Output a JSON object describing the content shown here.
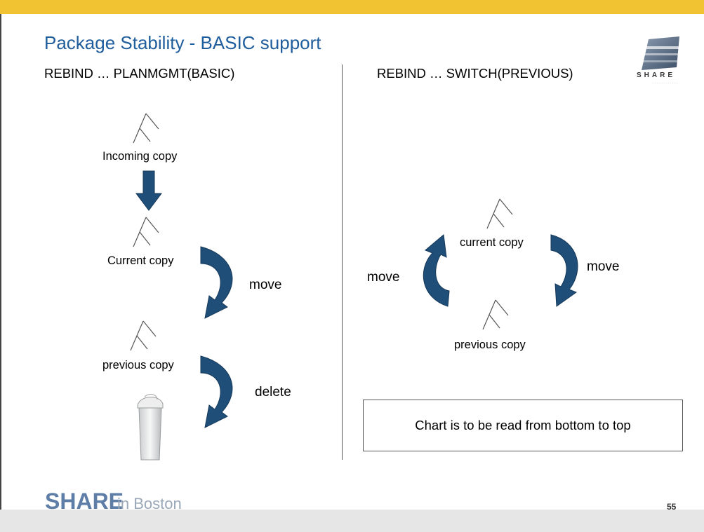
{
  "title": "Package Stability - BASIC support",
  "left": {
    "heading": "REBIND … PLANMGMT(BASIC)",
    "incoming_label": "Incoming copy",
    "current_label": "Current copy",
    "previous_label": "previous copy",
    "move_label": "move",
    "delete_label": "delete"
  },
  "right": {
    "heading": "REBIND … SWITCH(PREVIOUS)",
    "current_label": "current copy",
    "previous_label": "previous copy",
    "move_left_label": "move",
    "move_right_label": "move",
    "note": "Chart is to be read from bottom to top"
  },
  "brand": {
    "corner_logo_text": "SHARE",
    "footer_logo_main": "SHARE",
    "footer_logo_rest": "in Boston"
  },
  "page_number": "55",
  "colors": {
    "title": "#1f5d9c",
    "top_bar": "#f1c232",
    "arrow_fill": "#1f4e79",
    "footer_logo": "#5e7ea7"
  }
}
